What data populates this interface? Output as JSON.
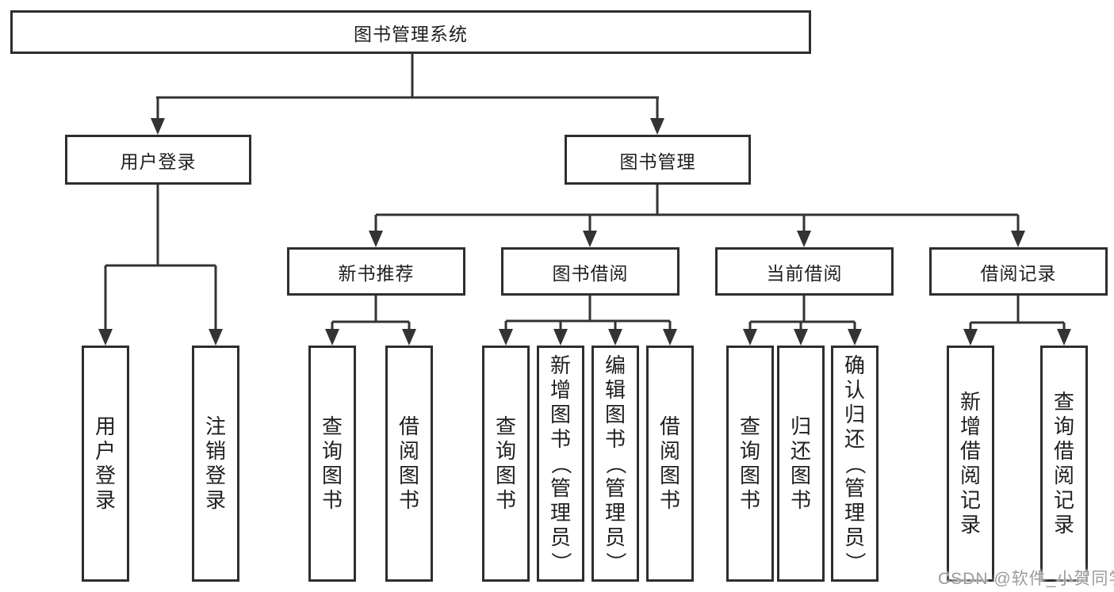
{
  "nodes": {
    "root": "图书管理系统",
    "user_login": "用户登录",
    "book_mgmt": "图书管理",
    "new_book_rec": "新书推荐",
    "book_borrow": "图书借阅",
    "current_borrow": "当前借阅",
    "borrow_records": "借阅记录"
  },
  "leaves": {
    "user_login": "用户登录",
    "logout": "注销登录",
    "nbr_query": "查询图书",
    "nbr_borrow": "借阅图书",
    "bb_query": "查询图书",
    "bb_add": "新增图书（管理员）",
    "bb_edit": "编辑图书（管理员）",
    "bb_borrow": "借阅图书",
    "cb_query": "查询图书",
    "cb_return": "归还图书",
    "cb_confirm": "确认归还（管理员）",
    "br_add": "新增借阅记录",
    "br_query": "查询借阅记录"
  },
  "watermark": "CSDN @软件_小贺同学",
  "colors": {
    "line": "#333333",
    "box_border": "#2e2e2e",
    "box_fill": "#ffffff",
    "text": "#1f1f1f",
    "watermark": "#9b9b9b",
    "background": "#ffffff"
  }
}
